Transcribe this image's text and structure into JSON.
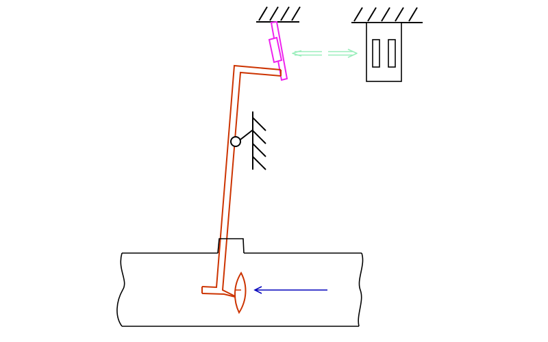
{
  "diagram": {
    "colors": {
      "background": "#ffffff",
      "outline": "#000000",
      "lever": "#cc3300",
      "slider": "#ee22ee",
      "motion_arrow": "#99eebb",
      "flow_arrow": "#0000bb"
    },
    "components": [
      {
        "name": "fixed-ground-left",
        "kind": "hatched ground support"
      },
      {
        "name": "fixed-ground-right",
        "kind": "hatched ground support"
      },
      {
        "name": "sliding-link",
        "kind": "slider in guide"
      },
      {
        "name": "reciprocating-motion-arrow",
        "kind": "double-headed arrow"
      },
      {
        "name": "switch-contact-block",
        "kind": "block with two slots"
      },
      {
        "name": "bent-lever",
        "kind": "lever rod"
      },
      {
        "name": "lever-pivot",
        "kind": "hinge on hatched support"
      },
      {
        "name": "pipe",
        "kind": "pipe section with break lines"
      },
      {
        "name": "flow-vane",
        "kind": "vane plate inside pipe"
      },
      {
        "name": "flow-direction-arrow",
        "kind": "single arrow, right to left"
      }
    ]
  }
}
